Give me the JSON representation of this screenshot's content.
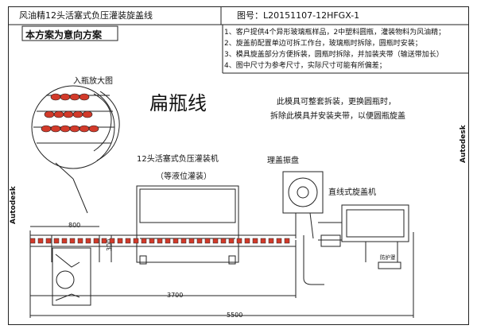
{
  "header": {
    "title": "风油精12头活塞式负压灌装旋盖线",
    "drawing_no": "图号：L20151107-12HFGX-1",
    "scheme_note": "本方案为意向方案"
  },
  "notes": [
    "1、客户提供4个异形玻璃瓶样品，2中塑料圆瓶，灌装物料为风油精；",
    "2、旋盖前配置单边可拆工作台，玻璃瓶时拆除，圆瓶时安装；",
    "3、模具旋盖部分方便拆装，圆瓶时拆除，并加装夹带（输送带加长）",
    "4、图中尺寸为参考尺寸，实际尺寸可能有所偏差；"
  ],
  "labels": {
    "inlet_zoom": "入瓶放大图",
    "flat_bottle": "扁瓶线",
    "mold_note_1": "此模具可整套拆装，更换圆瓶时，",
    "mold_note_2": "拆除此模具并安装夹带，以便圆瓶旋盖",
    "filler_1": "12头活塞式负压灌装机",
    "filler_2": "（等液位灌装）",
    "cap_feeder": "理盖振盘",
    "capper": "直线式旋盖机",
    "guard": "防护罩",
    "side_left": "Autodesk",
    "side_right": "Autodesk"
  },
  "dimensions": {
    "d800": "800",
    "d300": "300",
    "d3700": "3700",
    "d5500": "5500"
  },
  "colors": {
    "line": "#222222",
    "bottle": "#d23a2a"
  }
}
